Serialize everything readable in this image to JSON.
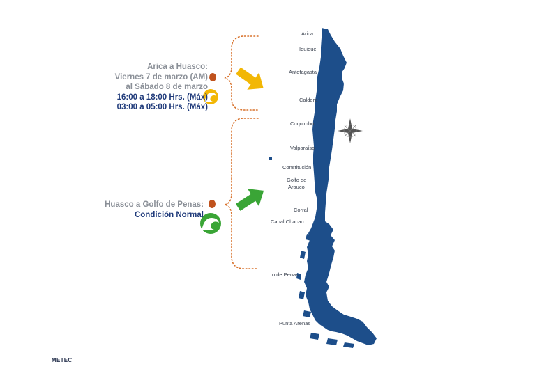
{
  "zones": [
    {
      "range": "Arica a Huasco:",
      "period_line1": "Viernes 7 de marzo (AM)",
      "period_line2": "al Sábado 8 de marzo",
      "detail_line1": "16:00 a 18:00 Hrs. (Máx)",
      "detail_line2": "03:00 a 05:00 Hrs. (Máx)",
      "status_color": "#f2b705",
      "icon": "wave-icon"
    },
    {
      "range": "Huasco a Golfo de Penas:",
      "detail_line1": "Condición Normal",
      "status_color": "#3aa536",
      "icon": "wave-icon"
    }
  ],
  "map": {
    "land_color": "#1d4e8a",
    "bracket_color": "#d8722c",
    "marker_color": "#c0521d",
    "compass": "compass-rose-icon",
    "cities": [
      "Arica",
      "Iquique",
      "Antofagasta",
      "Caldera",
      "Coquimbo",
      "Valparaíso",
      "Constitución",
      "Golfo de",
      "Arauco",
      "Corral",
      "Canal Chacao",
      "o de Penas",
      "Punta Arenas"
    ]
  },
  "footer": {
    "logo": "METEC"
  }
}
